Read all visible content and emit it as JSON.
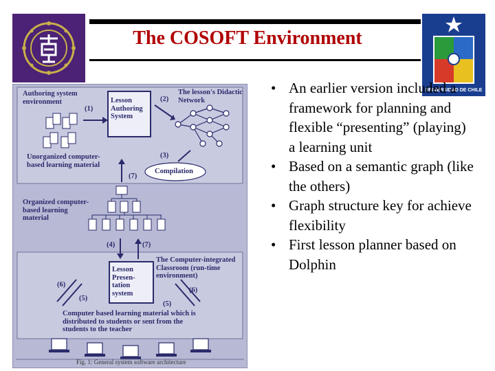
{
  "header": {
    "title": "The COSOFT Environment"
  },
  "bullets": [
    "An earlier version included a framework for planning and flexible “presenting” (playing) a learning unit",
    "Based on a semantic graph (like the others)",
    "Graph structure key for achieve flexibility",
    "First lesson planner based on Dolphin"
  ],
  "logos": {
    "right_caption": "UNIVERSIDAD DE CHILE"
  },
  "figure": {
    "authoring_env": "Authoring system environment",
    "lesson_authoring": "Lesson Authoring System",
    "didactic_network": "The lesson's Didactic Network",
    "step1": "(1)",
    "step2": "(2)",
    "step3": "(3)",
    "step4": "(4)",
    "step5a": "(5)",
    "step5b": "(5)",
    "step6a": "(6)",
    "step6b": "(6)",
    "step7a": "(7)",
    "step7b": "(7)",
    "unorganized": "Unorganized computer-based learning material",
    "compilation": "Compilation",
    "organized": "Organized computer-based learning material",
    "lesson_presentation": "Lesson Presen-tation system",
    "classroom": "The Computer-integrated Classroom (run-time environment)",
    "distributed": "Computer based learning material which is distributed to students or sent from the students to the teacher",
    "caption": "Fig. 1: General system software architecture"
  },
  "colors": {
    "title": "#b00000",
    "figure_bg": "#b7b9d5",
    "figure_text": "#2a2a6a"
  }
}
